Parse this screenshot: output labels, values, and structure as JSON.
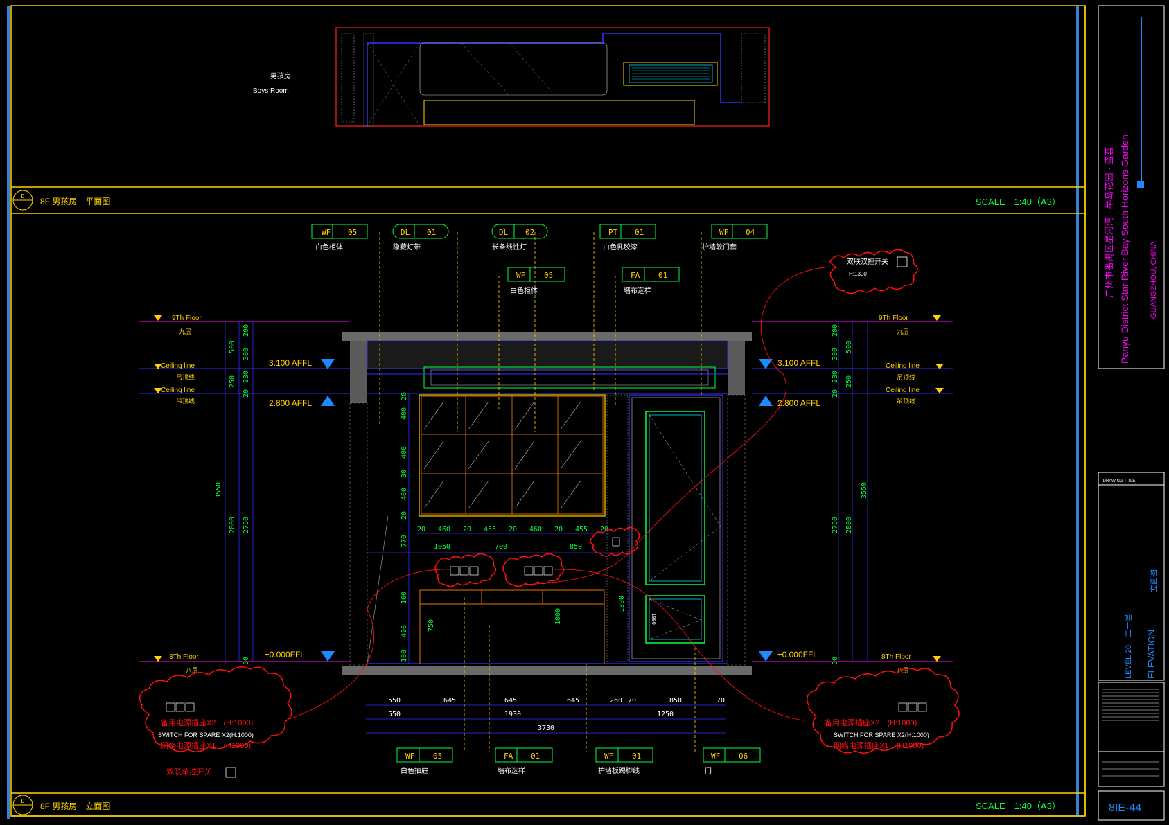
{
  "colors": {
    "background": "#000000",
    "frame": "#ffd200",
    "dimension": "#00ff40",
    "wall_outline": "#3030ff",
    "title_text": "#ff00ff",
    "cloud": "#ff1010",
    "floor_marker": "#ffd200",
    "level_triangle": "#1a8cff"
  },
  "plan": {
    "room_name_cn": "男孩房",
    "room_name_en": "Boys Room"
  },
  "plan_title_bar": {
    "sheet_ref": "D",
    "title": "8F 男孩房　平面图",
    "scale": "SCALE　1:40（A3）"
  },
  "elevation_title_bar": {
    "sheet_ref": "D",
    "title": "8F 男孩房　立面图",
    "scale": "SCALE　1:40（A3）"
  },
  "project": {
    "name_cn": "广州市番禺区星河湾 · 半岛花园 · 盛荟",
    "name_en": "Panyu District Star River Bay South Horizons Garden",
    "location": "GUANGZHOU, CHINA"
  },
  "title_block": {
    "drawing_title_label": "[DRAWING TITLE]",
    "level": "LEVEL 20　二十层",
    "view_type": "ELEVATION",
    "view_type_cn": "立面图",
    "drawing_number": "8IE-44"
  },
  "top_tags": [
    {
      "code": "WF",
      "num": "05",
      "label": "白色柜体"
    },
    {
      "code": "DL",
      "num": "01",
      "label": "隐藏灯带"
    },
    {
      "code": "DL",
      "num": "02",
      "label": "长条线性灯"
    },
    {
      "code": "PT",
      "num": "01",
      "label": "白色乳胶漆"
    },
    {
      "code": "WF",
      "num": "04",
      "label": "护墙软门套"
    },
    {
      "code": "WF",
      "num": "05",
      "label": "白色柜体"
    },
    {
      "code": "FA",
      "num": "01",
      "label": "墙布选样"
    }
  ],
  "bottom_tags": [
    {
      "code": "WF",
      "num": "05",
      "label": "白色抽屉"
    },
    {
      "code": "FA",
      "num": "01",
      "label": "墙布选样"
    },
    {
      "code": "WF",
      "num": "01",
      "label": "护墙板踢脚线"
    },
    {
      "code": "WF",
      "num": "06",
      "label": "门"
    }
  ],
  "clouds": {
    "top_right": {
      "title": "双联双控开关",
      "height": "H:1300"
    },
    "bottom_left": {
      "line1": "备用电源插座X2　(H:1000)",
      "line2": "SWITCH FOR SPARE X2(H:1000)",
      "line3": "网络电源插座X1　(H1000)",
      "note": "双联单控开关"
    },
    "bottom_right": {
      "line1": "备用电源插座X2　(H:1000)",
      "line2": "SWITCH FOR SPARE X2(H:1000)",
      "line3": "网络电源插座X1　(H1000)"
    }
  },
  "levels": {
    "ninth_floor": "9Th Floor",
    "ninth_floor_cn": "九层",
    "ceiling_line": "Ceiling line",
    "ceiling_cn": "吊顶线",
    "ceiling2_cn": "吊顶线",
    "eighth_floor": "8Th Floor",
    "eighth_floor_cn": "八层",
    "level_3100": "3.100 AFFL",
    "level_2800": "2.800 AFFL",
    "level_000": "±0.000FFL"
  },
  "left_dims": {
    "outer_total": "3550",
    "mid_2800": "2800",
    "mid_2750": "2750",
    "outer_500": "500",
    "outer_250": "250",
    "outer_200": "200",
    "inner_300": "300",
    "inner_230": "230",
    "inner_20": "20",
    "inner_50": "50"
  },
  "right_dims": {
    "outer_total": "3550",
    "outer_2800": "2800",
    "outer_2750": "2750",
    "d200": "200",
    "d500": "500",
    "d300": "300",
    "d250": "250",
    "d230": "230",
    "d20": "20",
    "d50": "50"
  },
  "cabinet_dims": {
    "v_20a": "20",
    "v_400a": "400",
    "v_400b": "400",
    "v_30": "30",
    "v_400c": "400",
    "v_20b": "20",
    "v_770": "770",
    "v_160": "160",
    "v_490": "490",
    "v_100": "100",
    "v_750": "750",
    "v_1000": "1000",
    "v_1390": "1390",
    "h_row": [
      "20",
      "460",
      "20",
      "455",
      "20",
      "460",
      "20",
      "455",
      "20"
    ],
    "h_1050": "1050",
    "h_700": "700",
    "h_850": "850"
  },
  "bottom_dims": {
    "row1": [
      "550",
      "645",
      "645",
      "645",
      "260",
      "70",
      "850",
      "70"
    ],
    "row2": [
      "550",
      "1930",
      "1250"
    ],
    "total": "3730"
  },
  "door": {
    "small_label": "1000"
  }
}
